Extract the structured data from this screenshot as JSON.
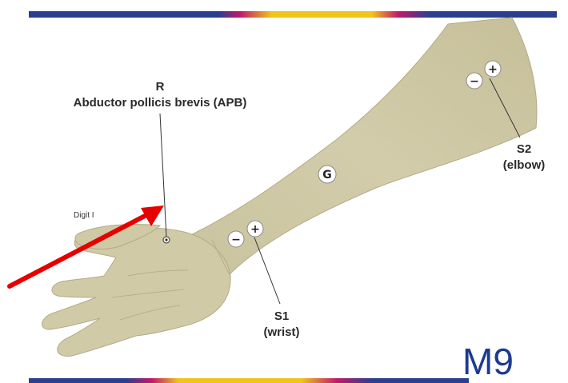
{
  "labels": {
    "recording": "R",
    "muscle": "Abductor pollicis brevis (APB)",
    "digit": "Digit I",
    "ground": "G",
    "s1_name": "S1",
    "s1_site": "(wrist)",
    "s2_name": "S2",
    "s2_site": "(elbow)",
    "brand": "M9"
  },
  "electrodes": {
    "minus": "−",
    "plus": "+"
  },
  "colors": {
    "skin": "#cfc9a6",
    "skin_shadow": "#a9a27f",
    "arrow": "#e60000",
    "brand": "#1d3a8f",
    "bar_blue": "#2a3f8f",
    "bar_magenta": "#c2186b",
    "bar_yellow": "#f0c419"
  }
}
